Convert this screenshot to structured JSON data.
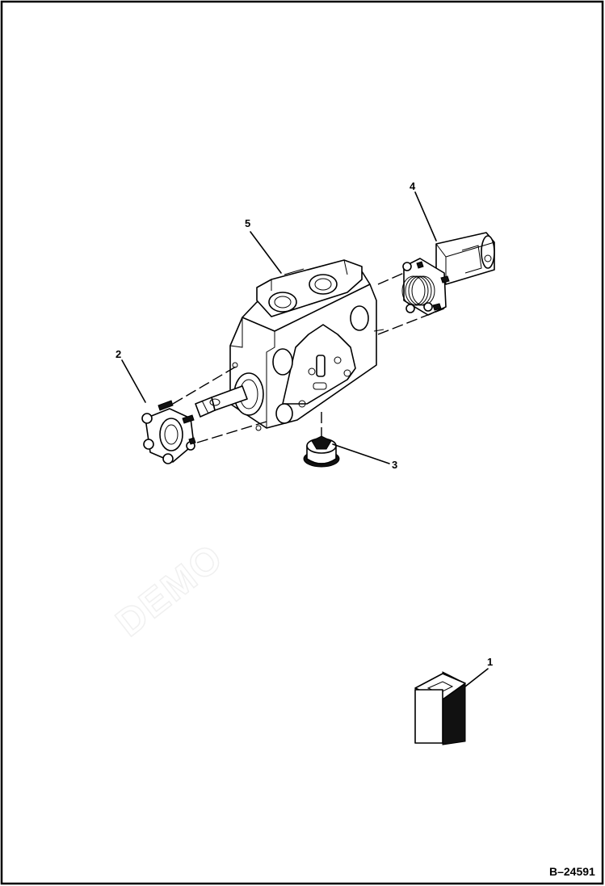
{
  "figure_id": "B–24591",
  "callouts": [
    {
      "label": "1"
    },
    {
      "label": "2"
    },
    {
      "label": "3"
    },
    {
      "label": "4"
    },
    {
      "label": "5"
    }
  ],
  "watermark": "DEMO"
}
